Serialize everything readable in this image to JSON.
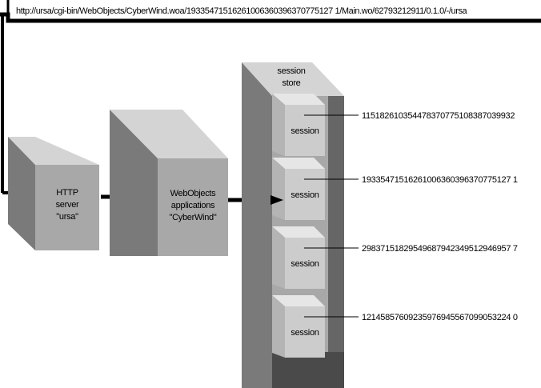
{
  "url": "http://ursa/cgi-bin/WebObjects/CyberWind.woa/19335471516261006360396370775127 1/Main.wo/62793212911/0.1.0/-/ursa",
  "http_server": {
    "line1": "HTTP",
    "line2": "server",
    "line3": "\"ursa\""
  },
  "app": {
    "line1": "WebObjects",
    "line2": "applications",
    "line3": "\"CyberWind\""
  },
  "store": {
    "line1": "session",
    "line2": "store"
  },
  "sessions": [
    {
      "label": "session",
      "id": "115182610354478370775108387039932"
    },
    {
      "label": "session",
      "id": "19335471516261006360396370775127 1"
    },
    {
      "label": "session",
      "id": "29837151829549687942349512946957 7"
    },
    {
      "label": "session",
      "id": "12145857609235976945567099053224 0"
    }
  ],
  "colors": {
    "front": "#a8a8a8",
    "side": "#7a7a7a",
    "top": "#d4d4d4",
    "session_front": "#cccccc",
    "session_top": "#e6e6e6",
    "store_inner": "#666666",
    "store_bottom": "#4a4a4a"
  }
}
